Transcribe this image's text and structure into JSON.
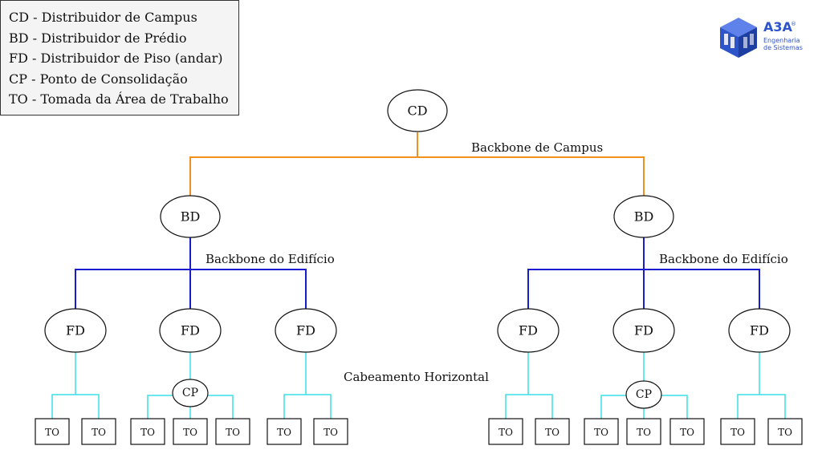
{
  "legend": {
    "items": [
      "CD - Distribuidor de Campus",
      "BD - Distribuidor de Prédio",
      "FD - Distribuidor de Piso (andar)",
      "CP - Ponto de Consolidação",
      "TO - Tomada da Área de Trabalho"
    ]
  },
  "logo": {
    "brand": "A3A",
    "reg": "®",
    "tagline_1": "Engenharia",
    "tagline_2": "de Sistemas"
  },
  "diagram": {
    "colors": {
      "campus_backbone": "#f0901e",
      "building_backbone": "#1a1ad0",
      "horizontal_cabling": "#38e0e8",
      "stroke": "#111111"
    },
    "captions": {
      "campus_backbone": "Backbone de Campus",
      "building_backbone_left": "Backbone do Edifício",
      "building_backbone_right": "Backbone do Edifício",
      "horizontal_cabling": "Cabeamento Horizontal"
    },
    "nodes": {
      "cd": "CD",
      "bd": "BD",
      "fd": "FD",
      "cp": "CP",
      "to": "TO"
    }
  }
}
